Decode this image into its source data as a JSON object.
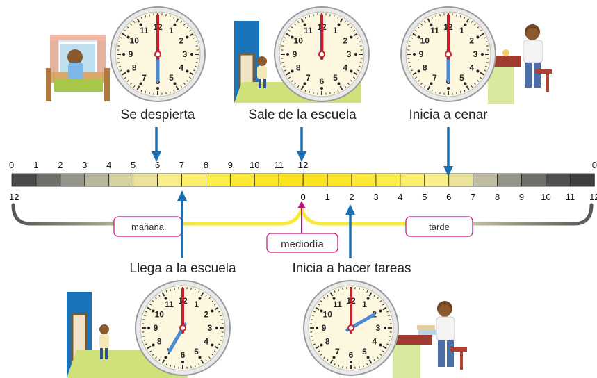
{
  "events": [
    {
      "id": "wake",
      "caption": "Se despierta",
      "clock_time": "6:00",
      "icon": "waking-boy-in-bedroom"
    },
    {
      "id": "leave_school",
      "caption": "Sale de la escuela",
      "clock_time": "12:00",
      "icon": "boy-at-door"
    },
    {
      "id": "dinner",
      "caption": "Inicia a cenar",
      "clock_time": "6:00",
      "icon": "boy-at-dinner-table"
    },
    {
      "id": "arrive_school",
      "caption": "Llega a la escuela",
      "clock_time": "7:00",
      "icon": "boy-at-door"
    },
    {
      "id": "homework",
      "caption": "Inicia a hacer tareas",
      "clock_time": "2:00",
      "icon": "boy-with-books-at-desk"
    }
  ],
  "timeline": {
    "top_labels": [
      "0",
      "1",
      "2",
      "3",
      "4",
      "5",
      "6",
      "7",
      "8",
      "9",
      "10",
      "11",
      "12",
      "0"
    ],
    "bottom_labels": [
      "12",
      "0",
      "1",
      "2",
      "3",
      "4",
      "5",
      "6",
      "7",
      "8",
      "9",
      "10",
      "11",
      "12"
    ]
  },
  "periods": {
    "morning": "mañana",
    "noon": "mediodía",
    "afternoon": "tarde"
  },
  "colors": {
    "arrow": "#1b6fb0",
    "noon_arrow": "#c0107a",
    "pill_border": "#c0107a",
    "clock_hand": "#c8202a",
    "clock_hand2": "#4a8cd6",
    "bracket_gray": "#555555",
    "bracket_yellow": "#f7ea3c"
  }
}
